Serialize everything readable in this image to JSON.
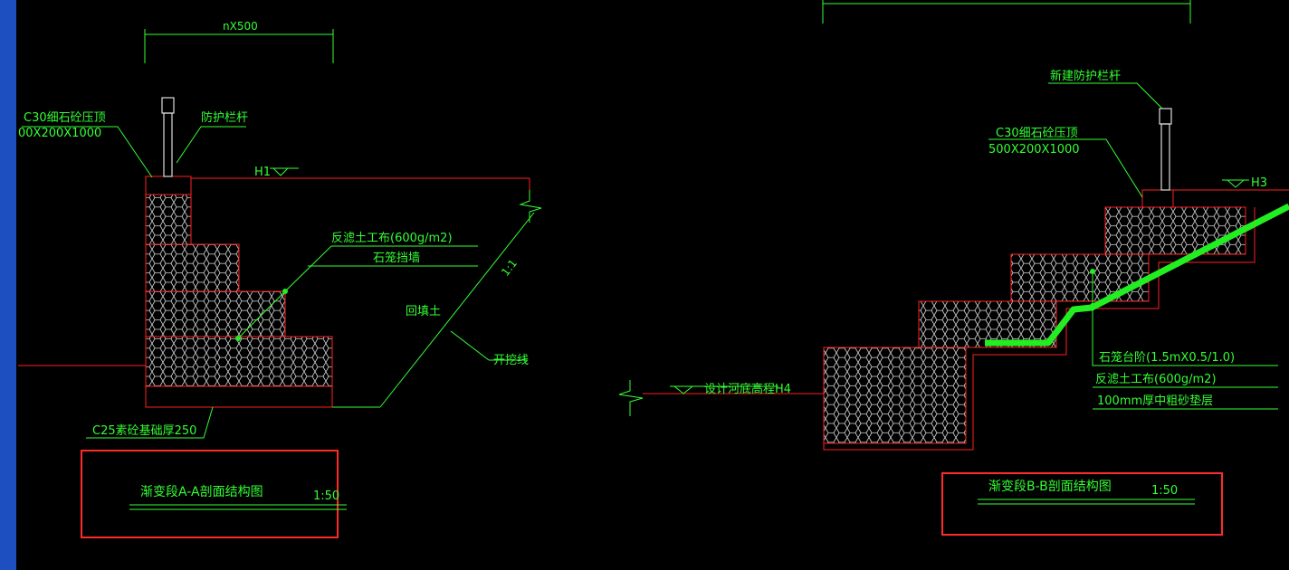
{
  "colors": {
    "background": "#000000",
    "line_green": "#33ff33",
    "line_red": "#ff2020",
    "highlight_box": "#ff2a2a",
    "filter_fabric": "#22ee22",
    "side_bar": "#1e4fc0"
  },
  "section_a": {
    "dim_top": "nX500",
    "coping": "C30细石砼压顶",
    "coping_size": "00X200X1000",
    "railing": "防护栏杆",
    "level_h1": "H1",
    "filter_fabric": "反滤土工布(600g/m2)",
    "gabion_wall": "石笼挡墙",
    "slope_ratio": "1:1",
    "backfill": "回填土",
    "excavation_line": "开挖线",
    "foundation": "C25素砼基础厚250",
    "title": "渐变段A-A剖面结构图",
    "scale": "1:50"
  },
  "section_b": {
    "new_railing": "新建防护栏杆",
    "coping": "C30细石砼压顶",
    "coping_size": "500X200X1000",
    "level_h3": "H3",
    "gabion_step": "石笼台阶(1.5mX0.5/1.0)",
    "filter_fabric": "反滤土工布(600g/m2)",
    "sand_cushion": "100mm厚中粗砂垫层",
    "river_bed": "设计河底高程H4",
    "title": "渐变段B-B剖面结构图",
    "scale": "1:50"
  }
}
